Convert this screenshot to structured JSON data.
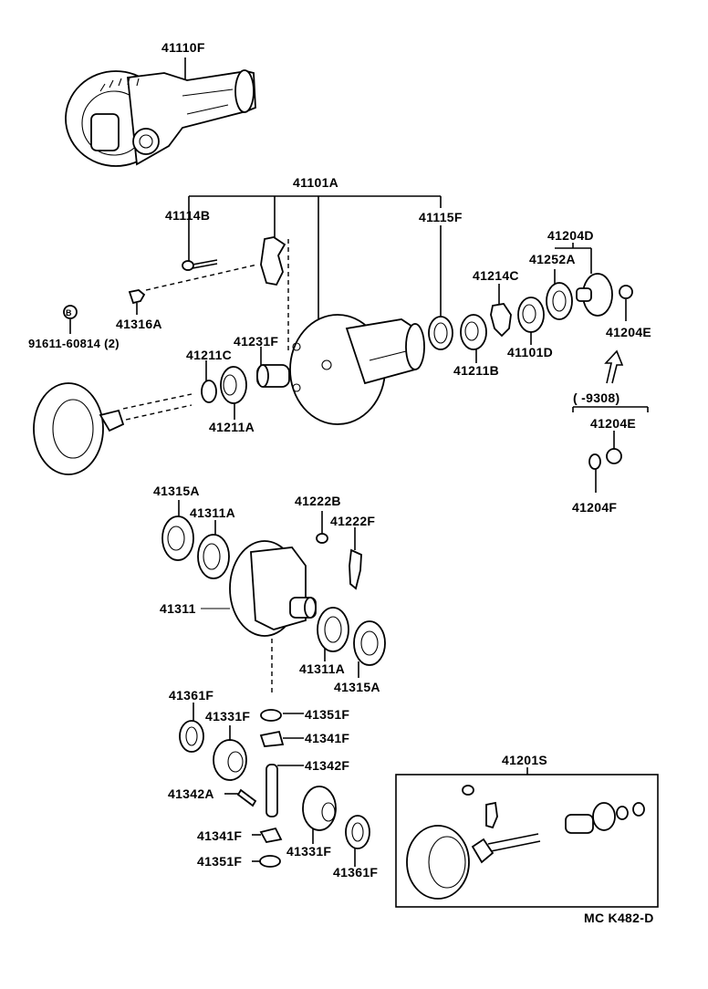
{
  "diagram": {
    "type": "exploded parts diagram",
    "subject": "Differential carrier assembly",
    "footer_code": "MC  K482-D",
    "bracket_note": "(      -9308)",
    "labels": {
      "l41110F": "41110F",
      "l41101A": "41101A",
      "l41114B": "41114B",
      "l41115F": "41115F",
      "l41204D": "41204D",
      "l41252A": "41252A",
      "l41214C": "41214C",
      "l41316A": "41316A",
      "lB_circle": "B",
      "l91611": "91611-60814 (2)",
      "l41231F": "41231F",
      "l41211C": "41211C",
      "l41211A": "41211A",
      "l41211B": "41211B",
      "l41101D": "41101D",
      "l41204E_top": "41204E",
      "l41204E_bottom": "41204E",
      "l41204F": "41204F",
      "l41315A_top": "41315A",
      "l41311A_top": "41311A",
      "l41222B": "41222B",
      "l41222F": "41222F",
      "l41311": "41311",
      "l41311A_bottom": "41311A",
      "l41315A_bottom": "41315A",
      "l41361F_top": "41361F",
      "l41331F_top": "41331F",
      "l41351F_top": "41351F",
      "l41341F_top": "41341F",
      "l41342F": "41342F",
      "l41342A": "41342A",
      "l41341F_bottom": "41341F",
      "l41351F_bottom": "41351F",
      "l41331F_bottom": "41331F",
      "l41361F_bottom": "41361F",
      "l41201S": "41201S"
    }
  }
}
